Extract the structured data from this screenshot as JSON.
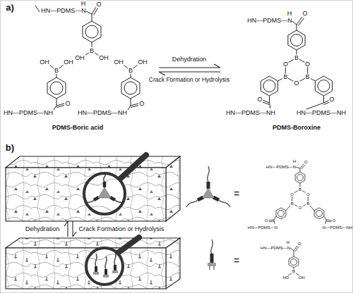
{
  "diagram": {
    "labels": [
      "a)",
      "HN—PDMS—N",
      "H",
      "O",
      "B",
      "OH",
      "OH",
      "OH",
      "OH",
      "B",
      "O",
      "HN—PDMS—NH",
      "OH",
      "OH",
      "B",
      "O",
      "HN—PDMS—NH",
      "PDMS-Boric acid",
      "Dehydration",
      "Crack Formation or Hydrolysis",
      "HN—PDMS—N",
      "H",
      "O",
      "B",
      "O",
      "B",
      "O",
      "B",
      "O",
      "O",
      "HN—PDMS—NH",
      "O",
      "HN—PDMS—NH",
      "PDMS-Boroxine",
      "b)",
      "Dehydration",
      "Crack Formation or Hydrolysis",
      "=",
      "HN—PDMS—N",
      "H",
      "O",
      "B",
      "O",
      "B",
      "O",
      "B",
      "O",
      "HN—PDMS—N",
      "O",
      "N—PDMS—NH",
      "O",
      "=",
      "HN—PDMS—N",
      "H",
      "O",
      "B",
      "HO",
      "OH"
    ]
  }
}
